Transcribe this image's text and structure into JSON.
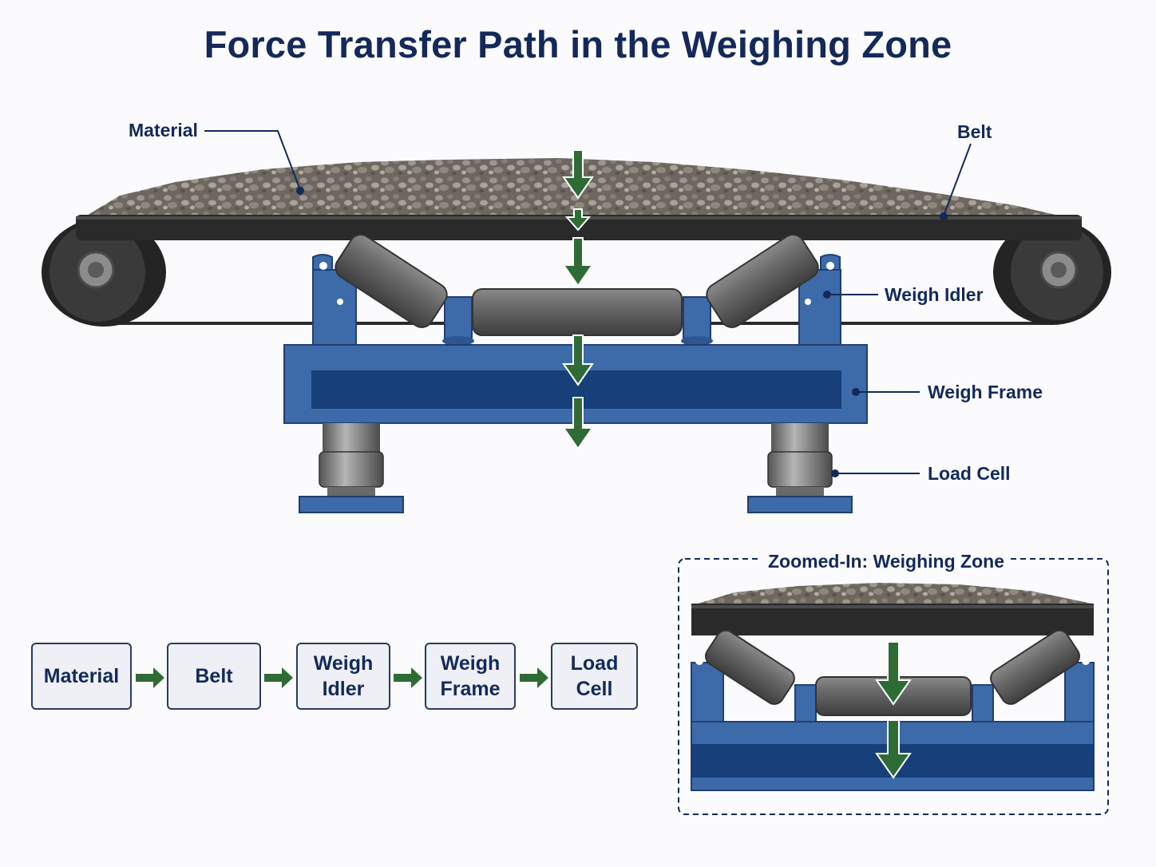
{
  "title": "Force Transfer Path in the Weighing Zone",
  "labels": {
    "material": "Material",
    "belt": "Belt",
    "weigh_idler": "Weigh Idler",
    "weigh_frame": "Weigh Frame",
    "load_cell": "Load Cell"
  },
  "flow": [
    {
      "label": "Material"
    },
    {
      "label": "Belt"
    },
    {
      "label": "Weigh\nIdler"
    },
    {
      "label": "Weigh\nFrame"
    },
    {
      "label": "Load\nCell"
    }
  ],
  "zoom": {
    "title": "Zoomed-In: Weighing Zone"
  },
  "colors": {
    "navy": "#14295a",
    "frame_blue": "#3d6aa8",
    "frame_dark": "#173f7a",
    "arrow_green": "#2e6b35",
    "belt": "#2a2a2a",
    "roller": "#5a5a5a"
  }
}
